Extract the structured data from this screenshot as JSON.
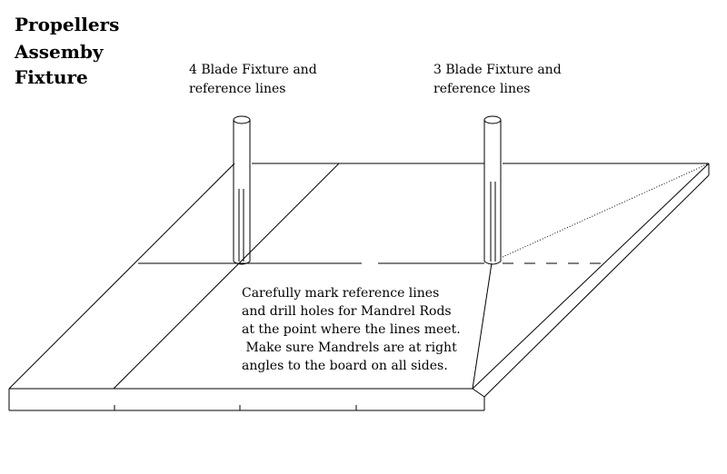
{
  "title": {
    "lines": [
      "Propellers",
      "Assemby",
      "Fixture"
    ]
  },
  "labels": {
    "four_blade": [
      "4 Blade Fixture and",
      "reference lines"
    ],
    "three_blade": [
      "3 Blade Fixture and",
      "reference lines"
    ]
  },
  "note": {
    "lines": [
      "Carefully mark reference lines",
      "and drill holes for Mandrel Rods",
      "at the point where the lines meet.",
      " Make sure Mandrels are at right",
      "angles to the board on all sides."
    ]
  },
  "colors": {
    "line": "#000000",
    "background": "#ffffff"
  }
}
